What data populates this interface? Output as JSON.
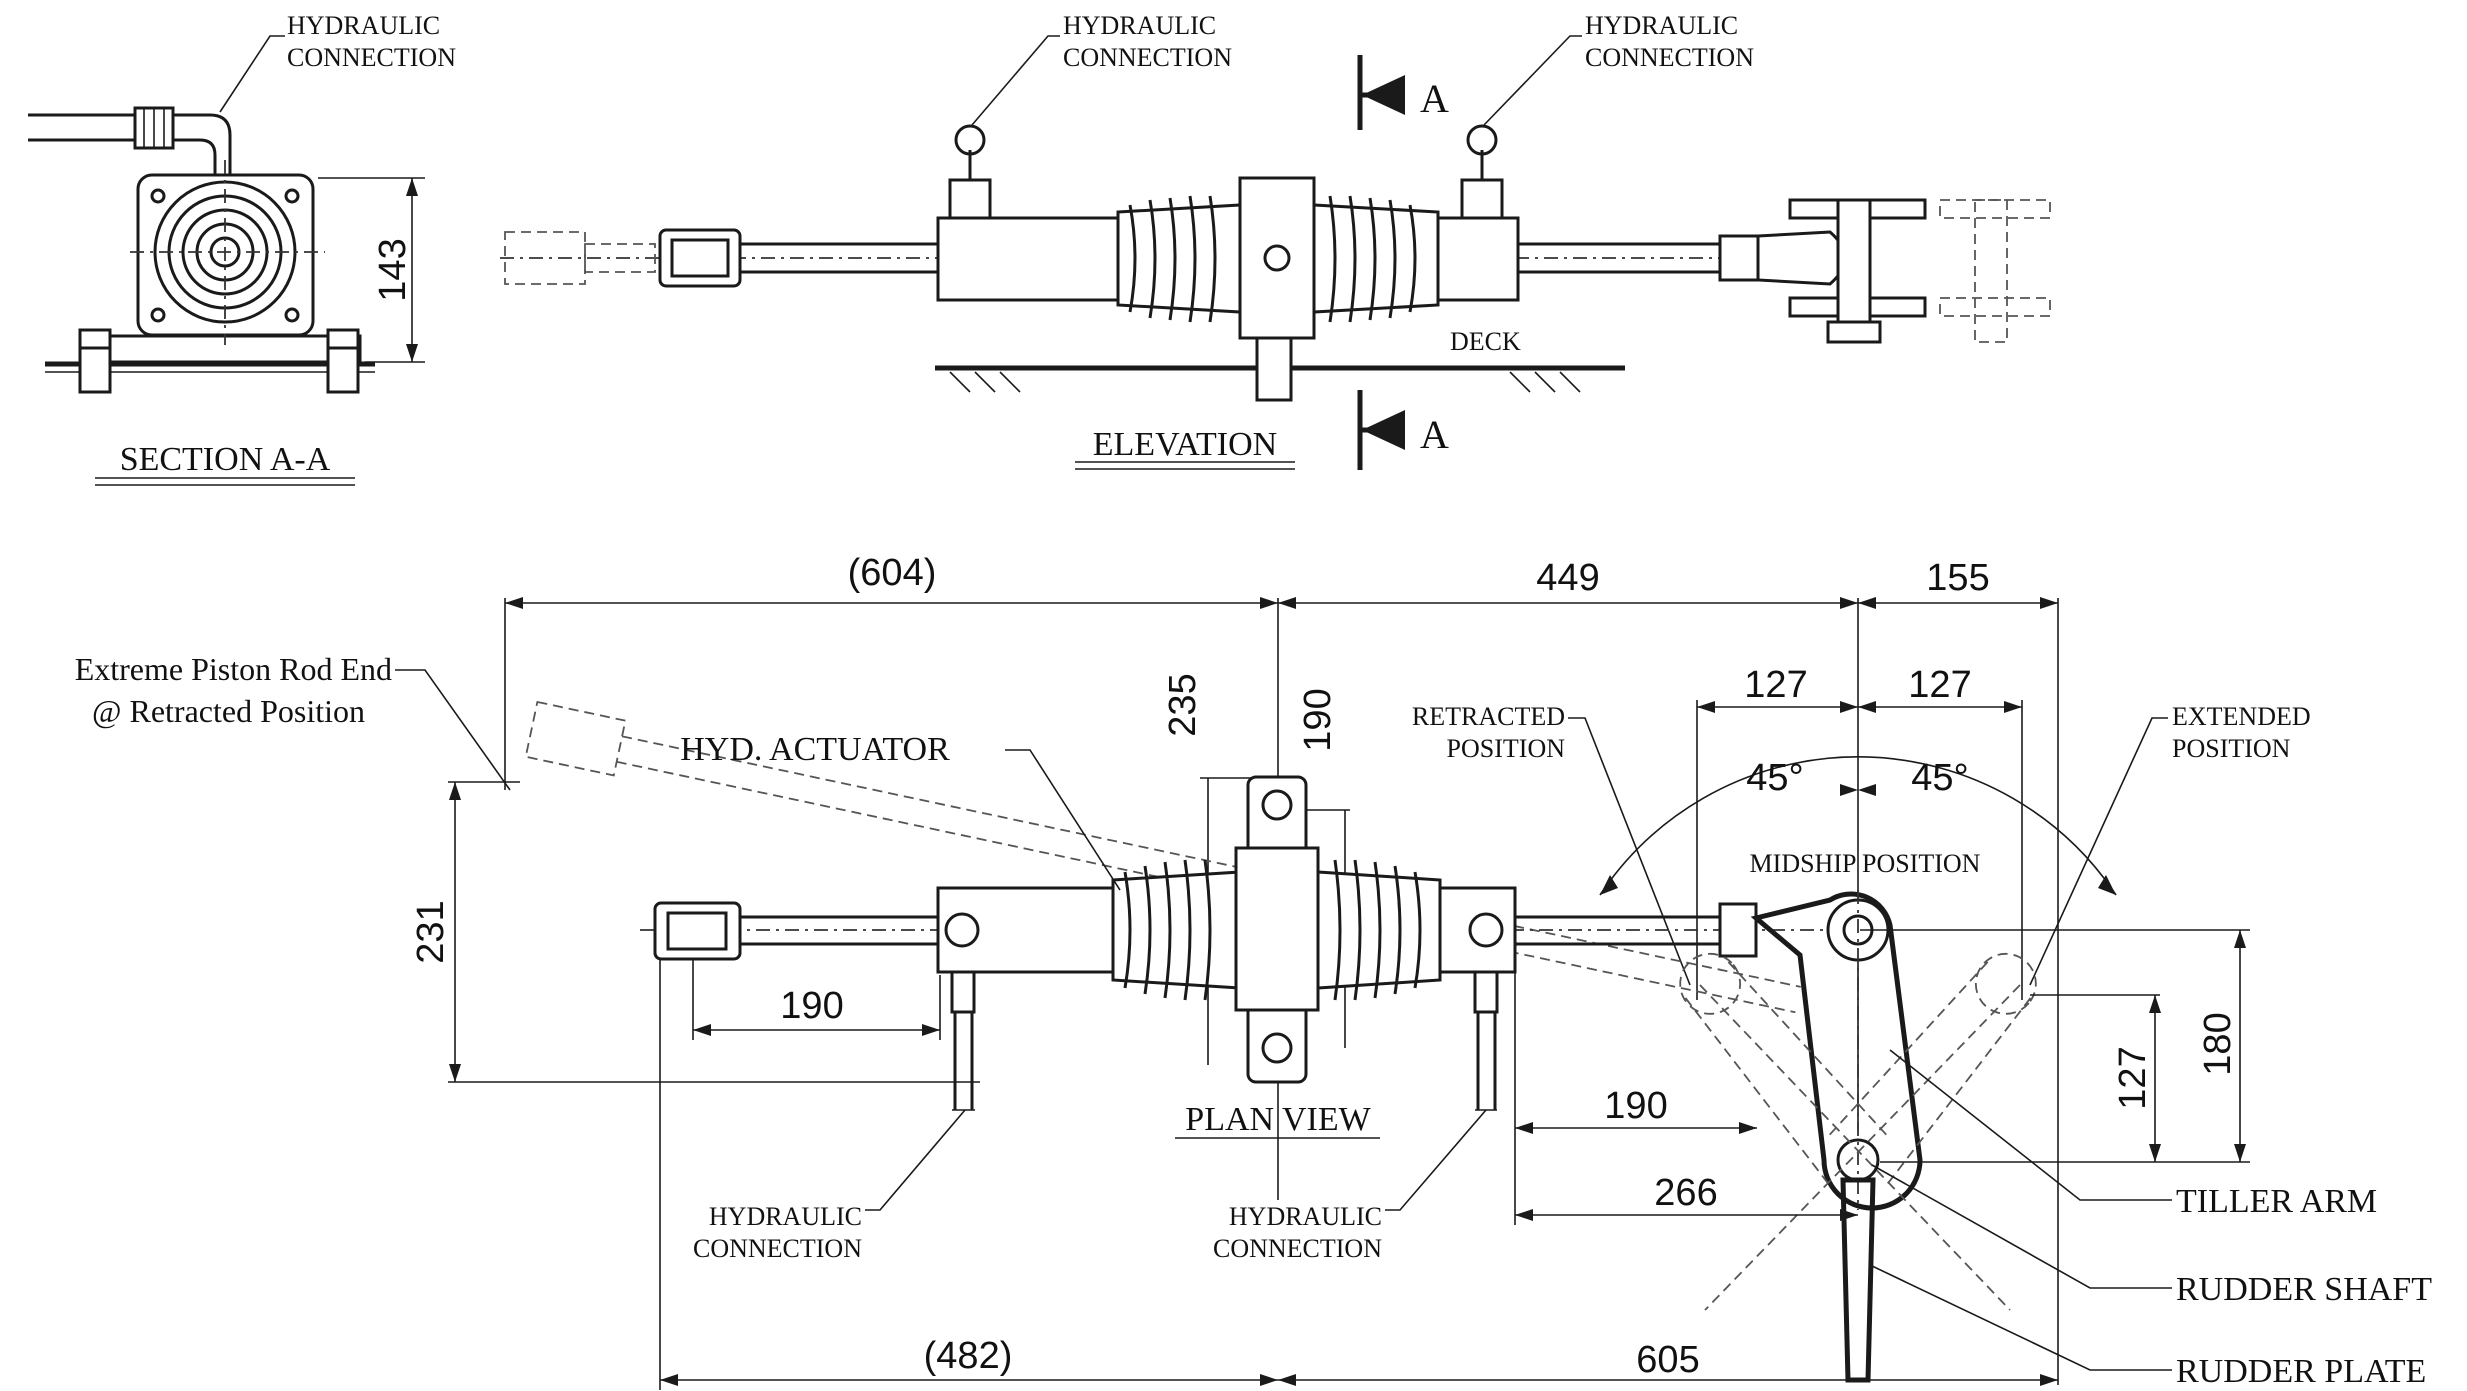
{
  "views": {
    "section_title": "SECTION A-A",
    "elevation_title": "ELEVATION",
    "plan_title": "PLAN VIEW",
    "section_marker": "A",
    "deck": "DECK"
  },
  "labels": {
    "hyd_conn_line1": "HYDRAULIC",
    "hyd_conn_line2": "CONNECTION",
    "extreme_line1": "Extreme Piston Rod End",
    "extreme_line2": "@ Retracted Position",
    "hyd_actuator": "HYD. ACTUATOR",
    "retracted_line1": "RETRACTED",
    "retracted_line2": "POSITION",
    "extended_line1": "EXTENDED",
    "extended_line2": "POSITION",
    "midship": "MIDSHIP POSITION",
    "tiller_arm": "TILLER ARM",
    "rudder_shaft": "RUDDER SHAFT",
    "rudder_plate": "RUDDER PLATE"
  },
  "dimensions": {
    "d143": "143",
    "d604": "(604)",
    "d449": "449",
    "d155": "155",
    "d127a": "127",
    "d127b": "127",
    "d45a": "45°",
    "d45b": "45°",
    "d235": "235",
    "d190v": "190",
    "d231": "231",
    "d190a": "190",
    "d190b": "190",
    "d266": "266",
    "d127v": "127",
    "d180": "180",
    "d482": "(482)",
    "d605": "605"
  }
}
